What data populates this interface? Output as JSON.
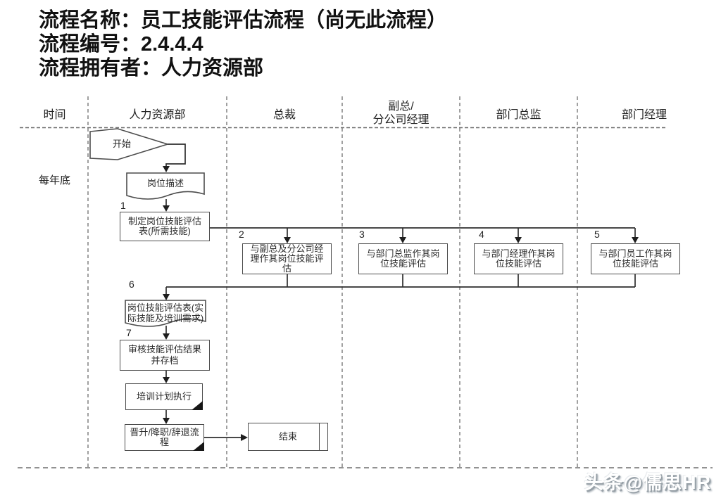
{
  "title": {
    "line1": "流程名称：员工技能评估流程（尚无此流程）",
    "line2": "流程编号：2.4.4.4",
    "line3": "流程拥有者：人力资源部"
  },
  "columns": [
    {
      "label": "时间"
    },
    {
      "label": "人力资源部"
    },
    {
      "label": "总裁"
    },
    {
      "label": "副总/\n分公司经理"
    },
    {
      "label": "部门总监"
    },
    {
      "label": "部门经理"
    }
  ],
  "time_note": "每年底",
  "nodes": {
    "start": {
      "label": "开始"
    },
    "job_description": {
      "label": "岗位描述"
    },
    "step1": {
      "num": "1",
      "label": "制定岗位技能评估表(所需技能)"
    },
    "step2": {
      "num": "2",
      "label": "与副总及分公司经理作其岗位技能评估"
    },
    "step3": {
      "num": "3",
      "label": "与部门总监作其岗位技能评估"
    },
    "step4": {
      "num": "4",
      "label": "与部门经理作其岗位技能评估"
    },
    "step5": {
      "num": "5",
      "label": "与部门员工作其岗位技能评估"
    },
    "step6": {
      "num": "6",
      "label": "岗位技能评估表(实际技能及培训需求)"
    },
    "step7": {
      "num": "7",
      "label": "审核技能评估结果并存档"
    },
    "training": {
      "label": "培训计划执行"
    },
    "promotion": {
      "label": "晋升/降职/辞退流程"
    },
    "end": {
      "label": "结束"
    }
  },
  "watermark": "头条@儒思HR",
  "colors": {
    "background": "#ffffff",
    "shape_stroke": "#4c4c4c",
    "connector": "#2e2e2e",
    "grid_dash": "#6e6e6e",
    "text": "#1c1c1c",
    "watermark_fill": "#ffffff",
    "watermark_shadow": "#97a0a7"
  }
}
